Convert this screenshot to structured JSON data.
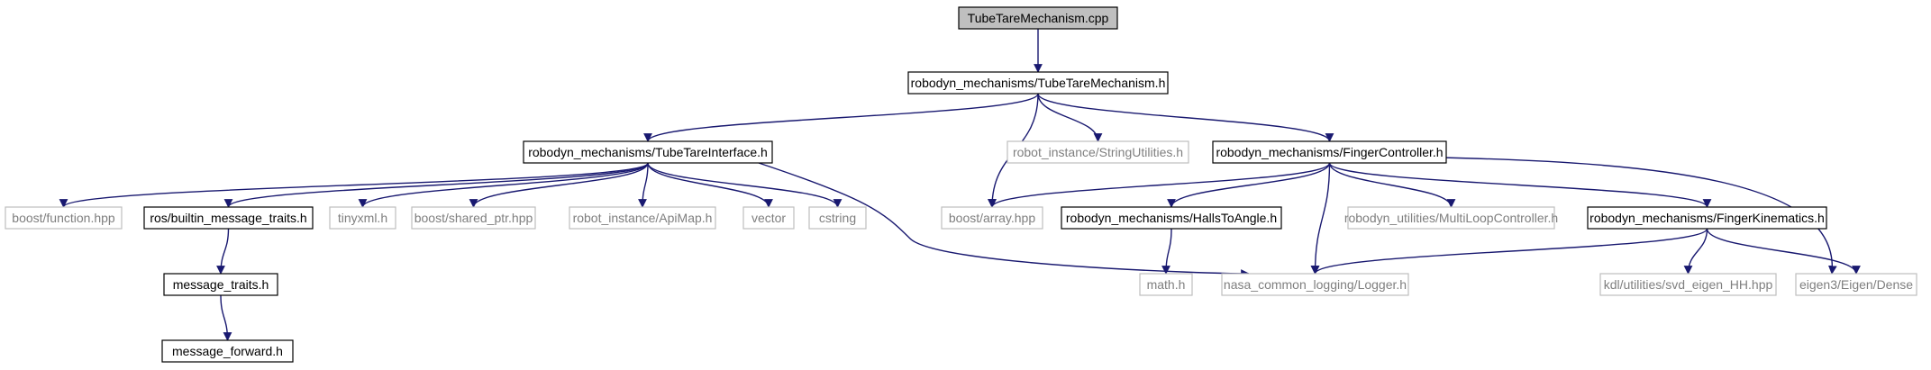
{
  "colors": {
    "edge": "#191970",
    "root_fill": "#bfbfbf",
    "documented_border": "#000000",
    "undocumented_border": "#bfbfbf",
    "undocumented_text": "#7f7f7f",
    "node_fill": "#ffffff"
  },
  "nodes": [
    {
      "id": "root",
      "label": "TubeTareMechanism.cpp",
      "kind": "root"
    },
    {
      "id": "ttm_h",
      "label": "robodyn_mechanisms/TubeTareMechanism.h",
      "kind": "documented"
    },
    {
      "id": "tti_h",
      "label": "robodyn_mechanisms/TubeTareInterface.h",
      "kind": "documented"
    },
    {
      "id": "array",
      "label": "boost/array.hpp",
      "kind": "external"
    },
    {
      "id": "strutil",
      "label": "robot_instance/StringUtilities.h",
      "kind": "external"
    },
    {
      "id": "fc_h",
      "label": "robodyn_mechanisms/FingerController.h",
      "kind": "documented"
    },
    {
      "id": "function",
      "label": "boost/function.hpp",
      "kind": "external"
    },
    {
      "id": "ros_bmt",
      "label": "ros/builtin_message_traits.h",
      "kind": "documented"
    },
    {
      "id": "tinyxml",
      "label": "tinyxml.h",
      "kind": "external"
    },
    {
      "id": "sharedptr",
      "label": "boost/shared_ptr.hpp",
      "kind": "external"
    },
    {
      "id": "apimap",
      "label": "robot_instance/ApiMap.h",
      "kind": "external"
    },
    {
      "id": "vector",
      "label": "vector",
      "kind": "external"
    },
    {
      "id": "cstring",
      "label": "cstring",
      "kind": "external"
    },
    {
      "id": "halls",
      "label": "robodyn_mechanisms/HallsToAngle.h",
      "kind": "documented"
    },
    {
      "id": "mlc",
      "label": "robodyn_utilities/MultiLoopController.h",
      "kind": "external"
    },
    {
      "id": "fk_h",
      "label": "robodyn_mechanisms/FingerKinematics.h",
      "kind": "documented"
    },
    {
      "id": "msgtraits",
      "label": "message_traits.h",
      "kind": "documented"
    },
    {
      "id": "math",
      "label": "math.h",
      "kind": "external"
    },
    {
      "id": "logger",
      "label": "nasa_common_logging/Logger.h",
      "kind": "external"
    },
    {
      "id": "svd",
      "label": "kdl/utilities/svd_eigen_HH.hpp",
      "kind": "external"
    },
    {
      "id": "dense",
      "label": "eigen3/Eigen/Dense",
      "kind": "external"
    },
    {
      "id": "msgfwd",
      "label": "message_forward.h",
      "kind": "documented"
    }
  ],
  "edges": [
    {
      "from": "root",
      "to": "ttm_h"
    },
    {
      "from": "ttm_h",
      "to": "tti_h"
    },
    {
      "from": "ttm_h",
      "to": "array"
    },
    {
      "from": "ttm_h",
      "to": "strutil"
    },
    {
      "from": "ttm_h",
      "to": "fc_h"
    },
    {
      "from": "tti_h",
      "to": "function"
    },
    {
      "from": "tti_h",
      "to": "ros_bmt"
    },
    {
      "from": "tti_h",
      "to": "tinyxml"
    },
    {
      "from": "tti_h",
      "to": "sharedptr"
    },
    {
      "from": "tti_h",
      "to": "apimap"
    },
    {
      "from": "tti_h",
      "to": "vector"
    },
    {
      "from": "tti_h",
      "to": "cstring"
    },
    {
      "from": "tti_h",
      "to": "logger"
    },
    {
      "from": "fc_h",
      "to": "array"
    },
    {
      "from": "fc_h",
      "to": "halls"
    },
    {
      "from": "fc_h",
      "to": "mlc"
    },
    {
      "from": "fc_h",
      "to": "fk_h"
    },
    {
      "from": "fc_h",
      "to": "logger"
    },
    {
      "from": "fc_h",
      "to": "dense"
    },
    {
      "from": "ros_bmt",
      "to": "msgtraits"
    },
    {
      "from": "msgtraits",
      "to": "msgfwd"
    },
    {
      "from": "halls",
      "to": "math"
    },
    {
      "from": "fk_h",
      "to": "logger"
    },
    {
      "from": "fk_h",
      "to": "svd"
    },
    {
      "from": "fk_h",
      "to": "dense"
    }
  ]
}
